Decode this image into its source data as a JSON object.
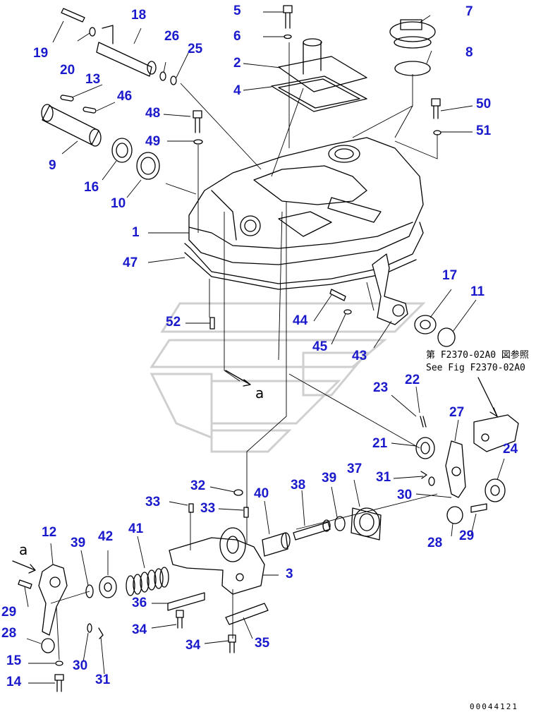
{
  "colors": {
    "callout": "#1a1acc",
    "line": "#000000",
    "watermark": "#d0d0d0"
  },
  "view_marker": "a",
  "reference": {
    "line_jp": "第 F2370-02A0 図参照",
    "line_en": "See Fig F2370-02A0"
  },
  "document_number": "00044121",
  "callouts": [
    {
      "id": "c1",
      "label": "1"
    },
    {
      "id": "c2",
      "label": "2"
    },
    {
      "id": "c3",
      "label": "3"
    },
    {
      "id": "c4",
      "label": "4"
    },
    {
      "id": "c5",
      "label": "5"
    },
    {
      "id": "c6",
      "label": "6"
    },
    {
      "id": "c7",
      "label": "7"
    },
    {
      "id": "c8",
      "label": "8"
    },
    {
      "id": "c9",
      "label": "9"
    },
    {
      "id": "c10",
      "label": "10"
    },
    {
      "id": "c11",
      "label": "11"
    },
    {
      "id": "c12",
      "label": "12"
    },
    {
      "id": "c13",
      "label": "13"
    },
    {
      "id": "c14",
      "label": "14"
    },
    {
      "id": "c15",
      "label": "15"
    },
    {
      "id": "c16",
      "label": "16"
    },
    {
      "id": "c17",
      "label": "17"
    },
    {
      "id": "c18",
      "label": "18"
    },
    {
      "id": "c19",
      "label": "19"
    },
    {
      "id": "c20",
      "label": "20"
    },
    {
      "id": "c21",
      "label": "21"
    },
    {
      "id": "c22",
      "label": "22"
    },
    {
      "id": "c23",
      "label": "23"
    },
    {
      "id": "c24",
      "label": "24"
    },
    {
      "id": "c25",
      "label": "25"
    },
    {
      "id": "c26",
      "label": "26"
    },
    {
      "id": "c27",
      "label": "27"
    },
    {
      "id": "c28a",
      "label": "28"
    },
    {
      "id": "c28b",
      "label": "28"
    },
    {
      "id": "c29a",
      "label": "29"
    },
    {
      "id": "c29b",
      "label": "29"
    },
    {
      "id": "c30a",
      "label": "30"
    },
    {
      "id": "c30b",
      "label": "30"
    },
    {
      "id": "c31a",
      "label": "31"
    },
    {
      "id": "c31b",
      "label": "31"
    },
    {
      "id": "c32",
      "label": "32"
    },
    {
      "id": "c33a",
      "label": "33"
    },
    {
      "id": "c33b",
      "label": "33"
    },
    {
      "id": "c34a",
      "label": "34"
    },
    {
      "id": "c34b",
      "label": "34"
    },
    {
      "id": "c35",
      "label": "35"
    },
    {
      "id": "c36",
      "label": "36"
    },
    {
      "id": "c37",
      "label": "37"
    },
    {
      "id": "c38",
      "label": "38"
    },
    {
      "id": "c39a",
      "label": "39"
    },
    {
      "id": "c39b",
      "label": "39"
    },
    {
      "id": "c40",
      "label": "40"
    },
    {
      "id": "c41",
      "label": "41"
    },
    {
      "id": "c42",
      "label": "42"
    },
    {
      "id": "c43",
      "label": "43"
    },
    {
      "id": "c44",
      "label": "44"
    },
    {
      "id": "c45",
      "label": "45"
    },
    {
      "id": "c46",
      "label": "46"
    },
    {
      "id": "c47",
      "label": "47"
    },
    {
      "id": "c48",
      "label": "48"
    },
    {
      "id": "c49",
      "label": "49"
    },
    {
      "id": "c50",
      "label": "50"
    },
    {
      "id": "c51",
      "label": "51"
    },
    {
      "id": "c52",
      "label": "52"
    }
  ]
}
